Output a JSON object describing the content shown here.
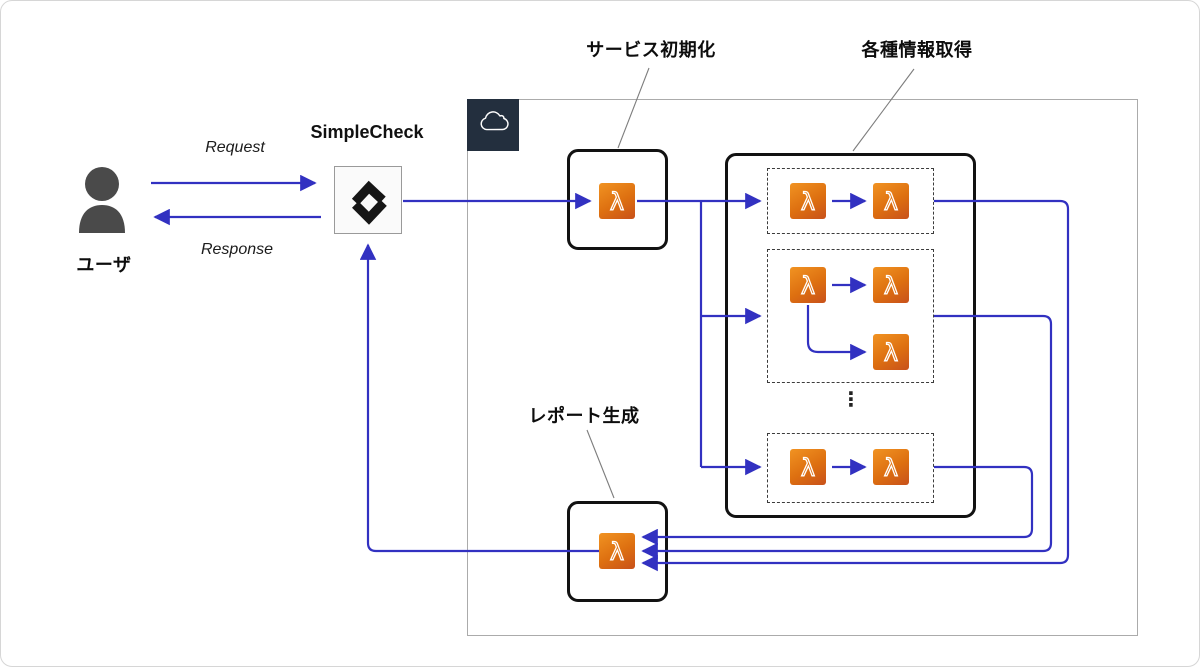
{
  "diagram": {
    "user": {
      "label": "ユーザ"
    },
    "request_label": "Request",
    "response_label": "Response",
    "simplecheck": {
      "label": "SimpleCheck"
    },
    "cloud": {
      "annotations": {
        "service_init": "サービス初期化",
        "info_fetch": "各種情報取得",
        "report_gen": "レポート生成"
      },
      "ellipsis": "⋮"
    },
    "icons": {
      "lambda_glyph": "λ",
      "user_icon": "person-silhouette",
      "cloud_icon": "aws-cloud",
      "simplecheck_icon": "double-chevron-diamond"
    },
    "colors": {
      "arrow_blue": "#3231c1",
      "lambda_gradient_light": "#F19322",
      "lambda_gradient_dark": "#C8511B",
      "aws_badge_navy": "#232F3E",
      "box_border_black": "#121212",
      "cloud_border_gray": "#ababab"
    }
  }
}
